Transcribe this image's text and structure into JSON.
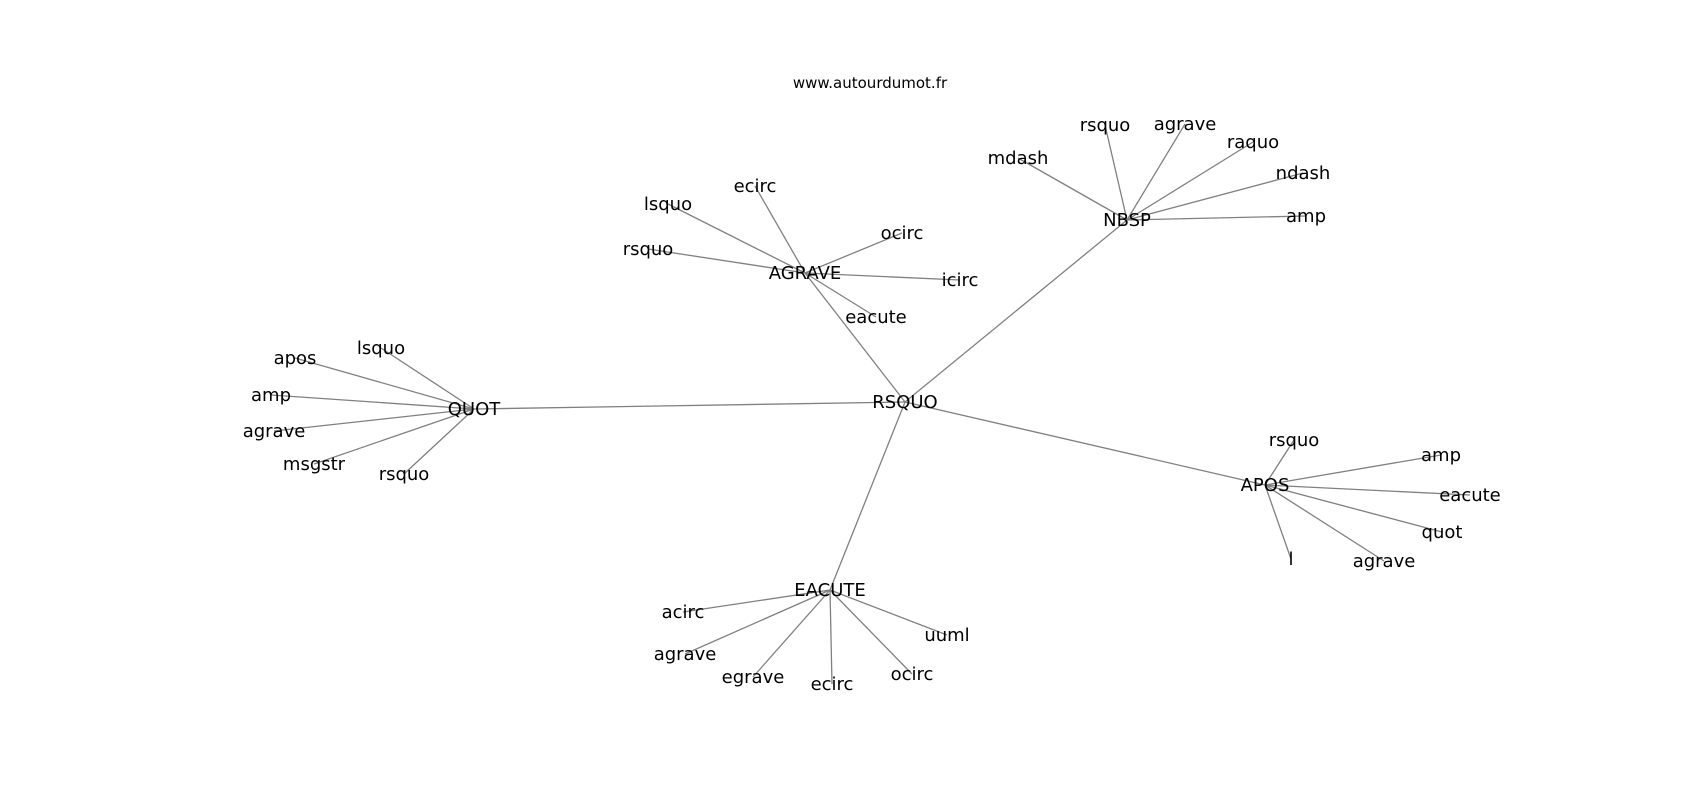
{
  "watermark": "www.autourdumot.fr",
  "colors": {
    "edge": "#808080",
    "text": "#000000",
    "background": "#ffffff"
  },
  "graph": {
    "hub": "RSQUO",
    "groups": [
      {
        "center": "AGRAVE",
        "leaves": [
          "ecirc",
          "lsquo",
          "ocirc",
          "rsquo",
          "icirc",
          "eacute"
        ]
      },
      {
        "center": "NBSP",
        "leaves": [
          "rsquo",
          "agrave",
          "raquo",
          "mdash",
          "ndash",
          "amp"
        ]
      },
      {
        "center": "QUOT",
        "leaves": [
          "lsquo",
          "apos",
          "amp",
          "agrave",
          "msgstr",
          "rsquo"
        ]
      },
      {
        "center": "APOS",
        "leaves": [
          "rsquo",
          "amp",
          "eacute",
          "quot",
          "l",
          "agrave"
        ]
      },
      {
        "center": "EACUTE",
        "leaves": [
          "acirc",
          "uuml",
          "agrave",
          "ocirc",
          "egrave",
          "ecirc"
        ]
      }
    ]
  }
}
